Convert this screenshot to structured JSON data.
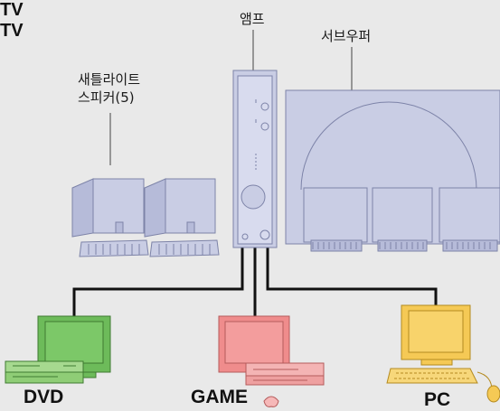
{
  "labels": {
    "amp": "앰프",
    "subwoofer": "서브우퍼",
    "satellite_line1": "새틀라이트",
    "satellite_line2": "스피커(5)",
    "dvd": "DVD",
    "game": "GAME",
    "pc": "PC",
    "tv1": "TV",
    "tv2": "TV"
  },
  "colors": {
    "background": "#e9e9e9",
    "speaker_fill": "#c9cde4",
    "speaker_stroke": "#7d83a8",
    "tv_green": "#6dbb5a",
    "tv_pink": "#ef8c8c",
    "pc_yellow": "#f5c955",
    "cable": "#111111"
  }
}
